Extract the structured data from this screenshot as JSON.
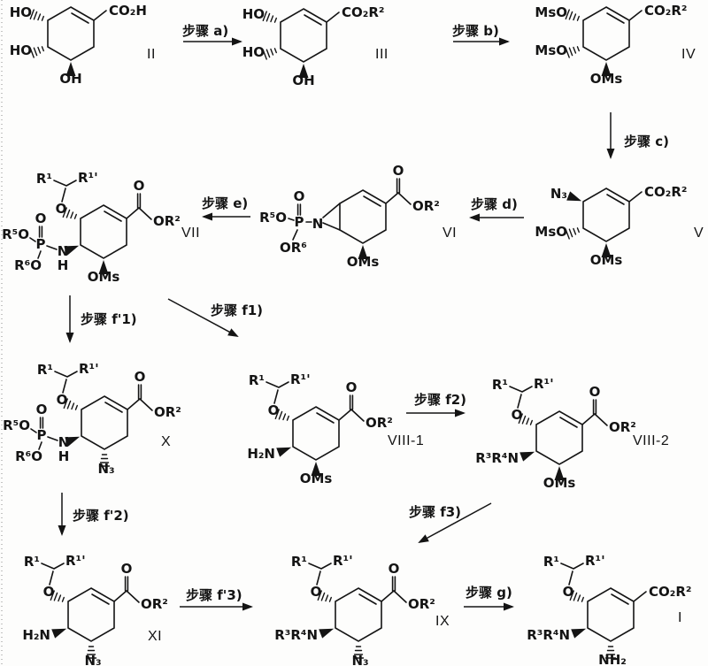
{
  "steps": {
    "a": "步骤 a)",
    "b": "步骤 b)",
    "c": "步骤 c)",
    "d": "步骤 d)",
    "e": "步骤 e)",
    "fp1": "步骤 f'1)",
    "f1": "步骤 f1)",
    "f2": "步骤 f2)",
    "fp2": "步骤 f'2)",
    "f3": "步骤 f3)",
    "fp3": "步骤 f'3)",
    "g": "步骤 g)"
  },
  "compounds": {
    "II": {
      "label": "II",
      "ul": "HO",
      "ll": "HO",
      "bot": "OH",
      "acid": "CO₂H"
    },
    "III": {
      "label": "III",
      "ul": "HO",
      "ll": "HO",
      "bot": "OH",
      "acid": "CO₂R²"
    },
    "IV": {
      "label": "IV",
      "ul": "MsO",
      "ll": "MsO",
      "bot": "OMs",
      "acid": "CO₂R²"
    },
    "V": {
      "label": "V",
      "ul": "N₃",
      "ll": "MsO",
      "bot": "OMs",
      "acid": "CO₂R²"
    },
    "VI": {
      "label": "VI",
      "n": "N",
      "p": "P",
      "po": "O",
      "r5o": "R⁵O",
      "or6": "OR⁶",
      "bot": "OMs",
      "co": "O",
      "or2": "OR²"
    },
    "VII": {
      "label": "VII",
      "r1": "R¹",
      "r1p": "R¹'",
      "o": "O",
      "n": "N",
      "h": "H",
      "p": "P",
      "po": "O",
      "r5o": "R⁵O",
      "r6o": "R⁶O",
      "bot": "OMs",
      "co": "O",
      "or2": "OR²"
    },
    "X": {
      "label": "X",
      "r1": "R¹",
      "r1p": "R¹'",
      "o": "O",
      "n": "N",
      "h": "H",
      "p": "P",
      "po": "O",
      "r5o": "R⁵O",
      "r6o": "R⁶O",
      "bot": "N₃",
      "co": "O",
      "or2": "OR²"
    },
    "VIII1": {
      "label": "VIII-1",
      "r1": "R¹",
      "r1p": "R¹'",
      "o": "O",
      "amine": "H₂N",
      "bot": "OMs",
      "co": "O",
      "or2": "OR²"
    },
    "VIII2": {
      "label": "VIII-2",
      "r1": "R¹",
      "r1p": "R¹'",
      "o": "O",
      "amine": "R³R⁴N",
      "bot": "OMs",
      "co": "O",
      "or2": "OR²"
    },
    "XI": {
      "label": "XI",
      "r1": "R¹",
      "r1p": "R¹'",
      "o": "O",
      "amine": "H₂N",
      "bot": "N₃",
      "co": "O",
      "or2": "OR²"
    },
    "IX": {
      "label": "IX",
      "r1": "R¹",
      "r1p": "R¹'",
      "o": "O",
      "amine": "R³R⁴N",
      "bot": "N₃",
      "co": "O",
      "or2": "OR²"
    },
    "I": {
      "label": "I",
      "r1": "R¹",
      "r1p": "R¹'",
      "o": "O",
      "amine": "R³R⁴N",
      "bot": "NH₂",
      "acid": "CO₂R²"
    }
  },
  "ink_color": "#141414"
}
